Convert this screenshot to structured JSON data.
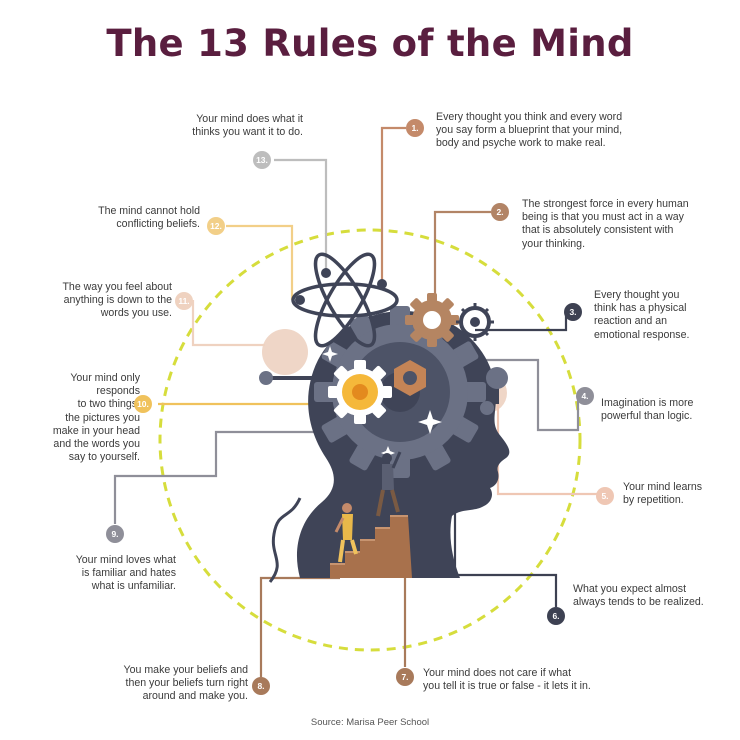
{
  "title": "The 13 Rules of the Mind",
  "source": "Source: Marisa Peer School",
  "rules": [
    {
      "num": "1.",
      "lines": [
        "Every thought you think and every word",
        "you say form a blueprint that your mind,",
        "body and psyche work to make real."
      ],
      "color": "#c48a6a"
    },
    {
      "num": "2.",
      "lines": [
        "The strongest force in every human",
        "being is that you must act in a way",
        "that is absolutely consistent with",
        "your thinking."
      ],
      "color": "#b28466"
    },
    {
      "num": "3.",
      "lines": [
        "Every thought you",
        "think has a physical",
        "reaction and an",
        "emotional response."
      ],
      "color": "#3d4152"
    },
    {
      "num": "4.",
      "lines": [
        "Imagination is more",
        "powerful than logic."
      ],
      "color": "#8f8f99"
    },
    {
      "num": "5.",
      "lines": [
        "Your mind learns",
        "by repetition."
      ],
      "color": "#efc7b4"
    },
    {
      "num": "6.",
      "lines": [
        "What you expect almost",
        "always tends to be realized."
      ],
      "color": "#3d4152"
    },
    {
      "num": "7.",
      "lines": [
        "Your mind does not care if what",
        "you tell it is true or false - it lets it in."
      ],
      "color": "#a87a5b"
    },
    {
      "num": "8.",
      "lines": [
        "You make your beliefs and",
        "then your beliefs turn right",
        "around and make you."
      ],
      "color": "#a87a5b"
    },
    {
      "num": "9.",
      "lines": [
        "Your mind loves what",
        "is familiar and hates",
        "what is unfamiliar."
      ],
      "color": "#8f8f99"
    },
    {
      "num": "10.",
      "lines": [
        "Your mind only",
        "responds",
        "to two things:",
        "the pictures you",
        "make in your head",
        "and the words you",
        "say to yourself."
      ],
      "color": "#f0c25c"
    },
    {
      "num": "11.",
      "lines": [
        "The way you feel about",
        "anything is down to the",
        "words you use."
      ],
      "color": "#efd2c0"
    },
    {
      "num": "12.",
      "lines": [
        "The mind cannot hold",
        "conflicting beliefs."
      ],
      "color": "#f2cf88"
    },
    {
      "num": "13.",
      "lines": [
        "Your mind does what it",
        "thinks you want it to do."
      ],
      "color": "#bdbdbd"
    }
  ]
}
